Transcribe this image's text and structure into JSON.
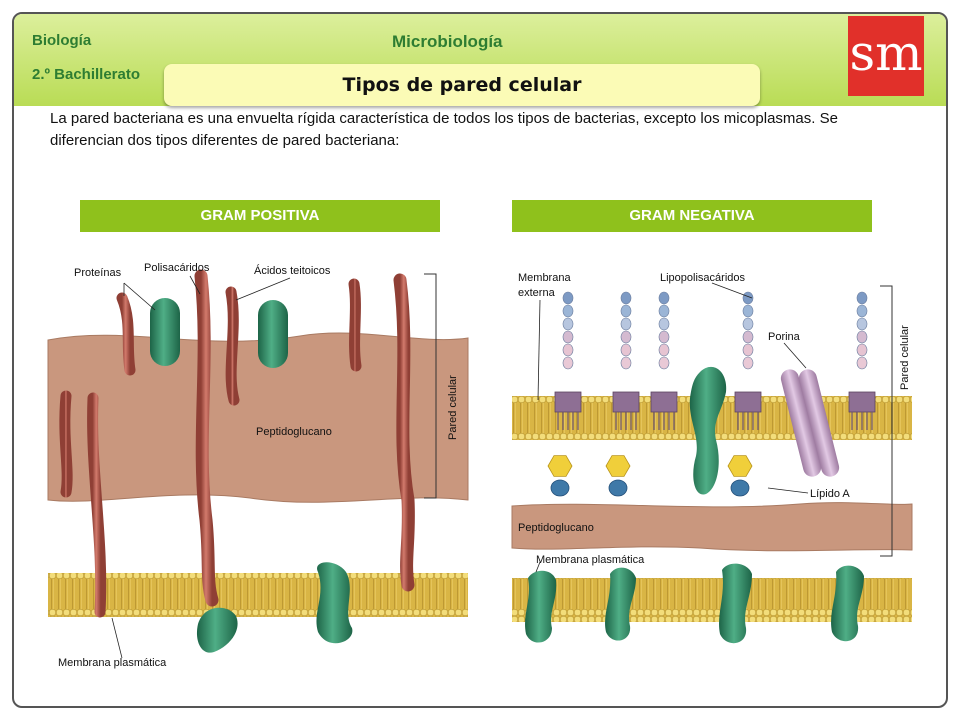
{
  "header": {
    "subject": "Biología",
    "course": "2.º Bachillerato",
    "section": "Microbiología",
    "logo": "sm",
    "title": "Tipos de pared celular"
  },
  "intro": "La pared bacteriana es una envuelta rígida característica de todos los tipos de bacterias, excepto los micoplasmas. Se diferencian dos tipos diferentes de pared bacteriana:",
  "gram_positive": {
    "label": "GRAM POSITIVA",
    "annotations": {
      "proteinas": "Proteínas",
      "polisacaridos": "Polisacáridos",
      "acidos": "Ácidos teitoicos",
      "peptidoglucano": "Peptidoglucano",
      "pared": "Pared celular",
      "membrana": "Membrana plasmática"
    }
  },
  "gram_negative": {
    "label": "GRAM NEGATIVA",
    "annotations": {
      "membrana_externa_1": "Membrana",
      "membrana_externa_2": "externa",
      "lipopolisacaridos": "Lipopolisacáridos",
      "porina": "Porina",
      "lipido_a": "Lípido A",
      "peptidoglucano": "Peptidoglucano",
      "membrana": "Membrana plasmática",
      "pared": "Pared celular"
    }
  },
  "colors": {
    "header_green": "#b9dc55",
    "label_green": "#8fc11c",
    "logo_red": "#e1302a",
    "peptidoglycan": "#c9977e",
    "protein": "#2e8a62",
    "teichoic": "#b4584c"
  }
}
